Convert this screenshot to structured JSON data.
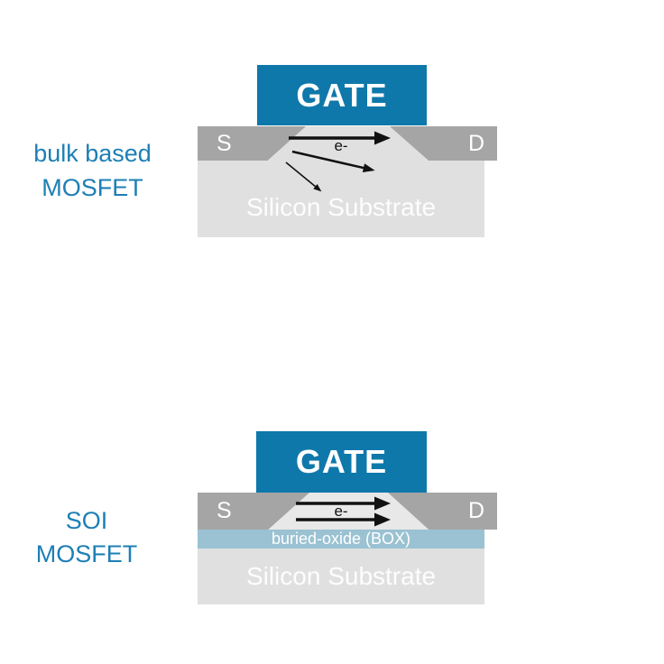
{
  "figure": {
    "background": "#ffffff"
  },
  "colors": {
    "gate_blue": "#0f78aa",
    "label_blue": "#1d7fb5",
    "source_drain_gray": "#a5a5a5",
    "substrate_gray": "#e0e0e0",
    "silicon_film_gray": "#e8e8e8",
    "box_blue": "#9ac2d2",
    "diagram_text_white": "#ffffff",
    "arrow_black": "#111111"
  },
  "diagrams": [
    {
      "name": "bulk based MOSFET",
      "label_line1": "bulk based",
      "label_line2": "MOSFET",
      "gate_label": "GATE",
      "source_label": "S",
      "drain_label": "D",
      "electron_label": "e-",
      "substrate_label": "Silicon Substrate"
    },
    {
      "name": "SOI MOSFET",
      "label_line1": "SOI",
      "label_line2": "MOSFET",
      "gate_label": "GATE",
      "source_label": "S",
      "drain_label": "D",
      "electron_label": "e-",
      "box_label": "buried-oxide (BOX)",
      "substrate_label": "Silicon Substrate"
    }
  ]
}
